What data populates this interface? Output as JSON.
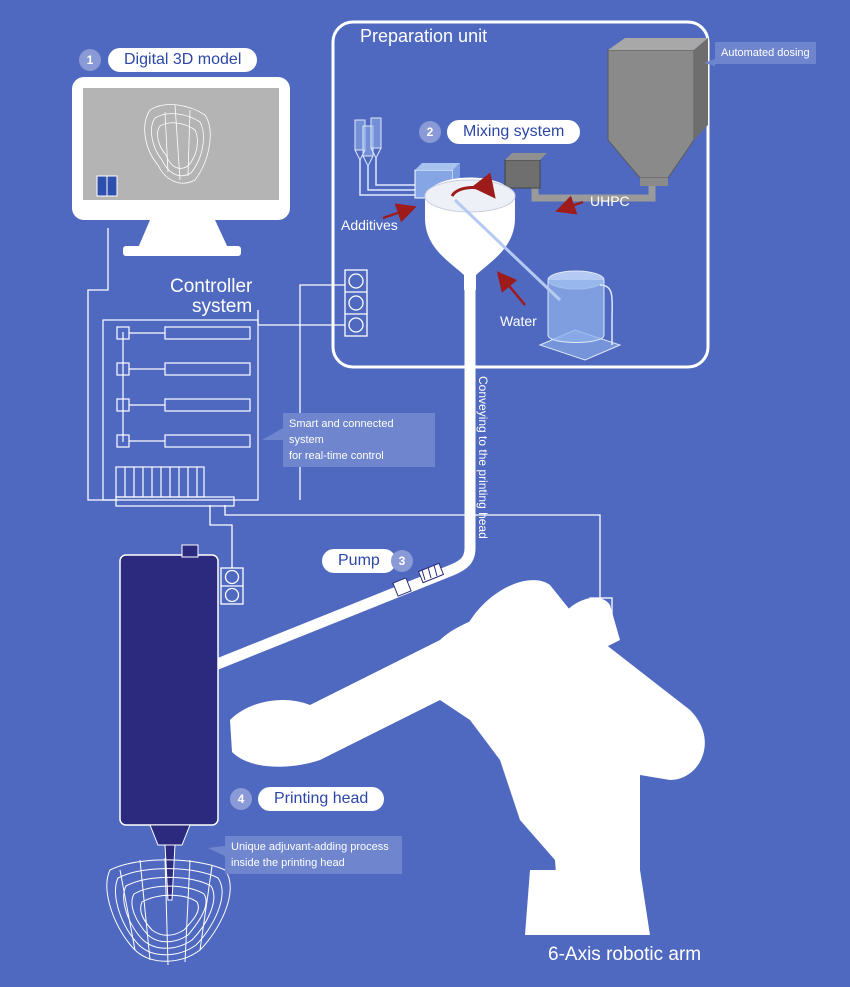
{
  "steps": [
    {
      "number": "1",
      "label": "Digital 3D model"
    },
    {
      "number": "2",
      "label": "Mixing system"
    },
    {
      "number": "3",
      "label": "Pump"
    },
    {
      "number": "4",
      "label": "Printing head"
    }
  ],
  "preparation_unit": {
    "title": "Preparation unit"
  },
  "controller": {
    "title_line1": "Controller",
    "title_line2": "system"
  },
  "inputs": {
    "additives": "Additives",
    "uhpc": "UHPC",
    "water": "Water"
  },
  "callouts": {
    "automated_dosing": "Automated dosing",
    "smart_line1": "Smart and connected system",
    "smart_line2": "for real-time control",
    "adjuvant_line1": "Unique adjuvant-adding process",
    "adjuvant_line2": "inside the printing head"
  },
  "conveying": "Conveying to the printing head",
  "robot": "6-Axis robotic arm",
  "colors": {
    "background": "#5069c0",
    "line": "#ffffff",
    "printing_head": "#2b2a7e",
    "hopper_grey": "#8a8a8a",
    "arrow_red": "#9e1b1b",
    "translucent_blue": "#8fb0ea"
  }
}
